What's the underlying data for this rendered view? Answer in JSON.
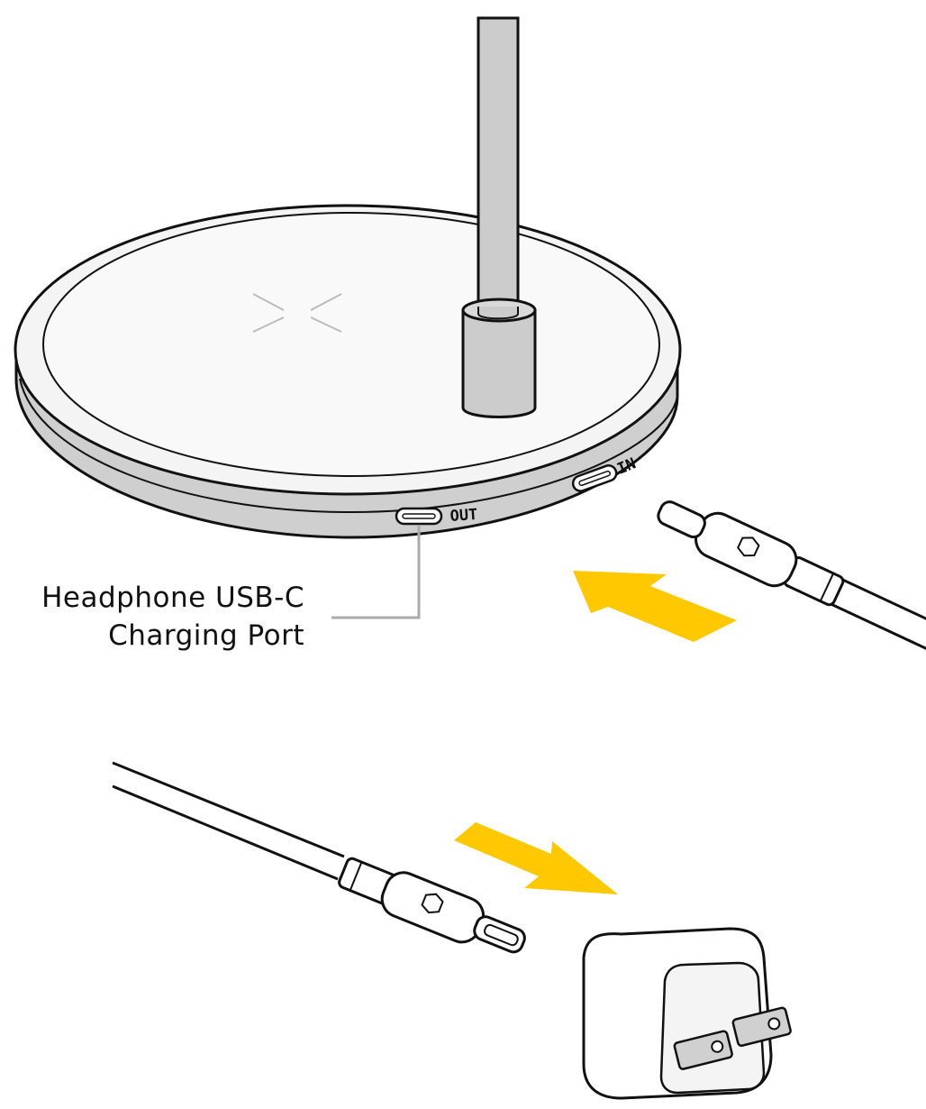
{
  "callout": {
    "line1": "Headphone USB-C",
    "line2": "Charging Port"
  },
  "ports": {
    "out_label": "OUT",
    "in_label": "IN"
  },
  "colors": {
    "arrow": "#FFC800",
    "base_fill": "#f6f6f6",
    "rim_fill": "#cfcfcf",
    "stem_fill": "#cccccc",
    "outline": "#111111",
    "leader_line": "#aaaaaa",
    "charging_mark": "#bbbbbb"
  },
  "icons": [
    "charging-pad-icon",
    "usb-c-cable-icon",
    "power-adapter-icon",
    "insert-arrow-icon"
  ]
}
